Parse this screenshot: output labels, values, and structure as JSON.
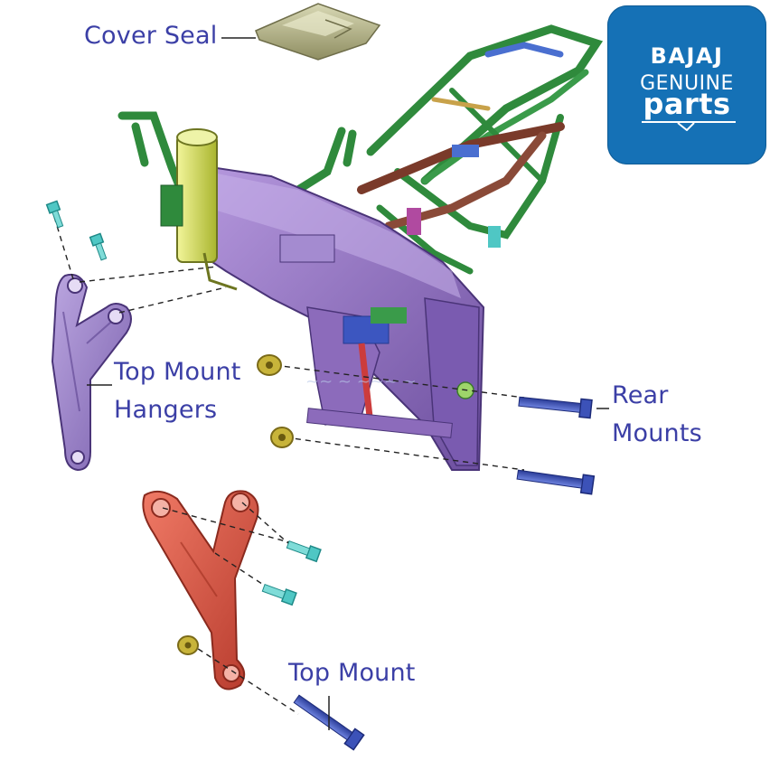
{
  "labels": {
    "cover_seal": "Cover Seal",
    "top_mount_hangers": [
      "Top Mount",
      "Hangers"
    ],
    "rear_mounts": [
      "Rear",
      "Mounts"
    ],
    "top_mount": "Top Mount"
  },
  "brand": {
    "line1": "BAJAJ",
    "line2": "GENUINE",
    "line3": "parts"
  },
  "colors": {
    "label_text": "#3b3fa6",
    "brand_badge": "#1571b6",
    "frame_main": "#9b78c8",
    "frame_green": "#2f8a3c",
    "head_tube": "#d6e05a",
    "hanger_purple": "#9a7fc6",
    "top_mount_red": "#d9503f",
    "bolt_cyan": "#4fc7c4",
    "bolt_blue": "#3c52b8",
    "nut_olive": "#c8b43a",
    "seal_olive": "#b7b68a"
  },
  "icons": {
    "cover_seal": "cover-seal-part",
    "frame": "chassis-frame-part",
    "hanger": "top-mount-hanger-part",
    "top_mount": "top-mount-part",
    "bolts": "bolt-icon",
    "nuts": "nut-icon"
  }
}
